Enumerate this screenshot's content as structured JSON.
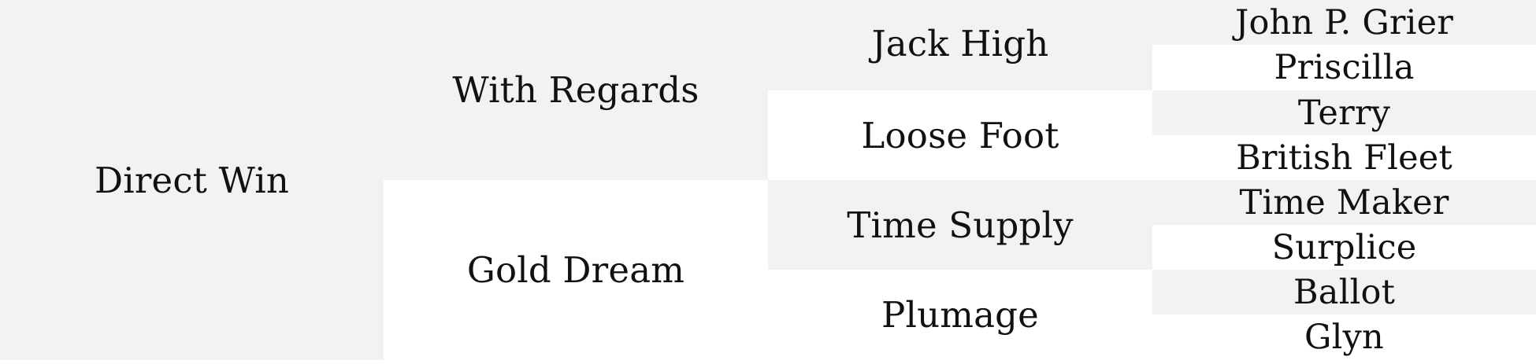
{
  "pedigree": {
    "subject": "Direct Win",
    "sire": "With Regards",
    "dam": "Gold Dream",
    "sire_sire": "Jack High",
    "sire_dam": "Loose Foot",
    "dam_sire": "Time Supply",
    "dam_dam": "Plumage",
    "great_grandparents": [
      "John P. Grier",
      "Priscilla",
      "Terry",
      "British Fleet",
      "Time Maker",
      "Surplice",
      "Ballot",
      "Glyn"
    ]
  },
  "colors": {
    "shaded_cell": "#f2f2f2",
    "plain_cell": "#ffffff",
    "text": "#111111"
  }
}
